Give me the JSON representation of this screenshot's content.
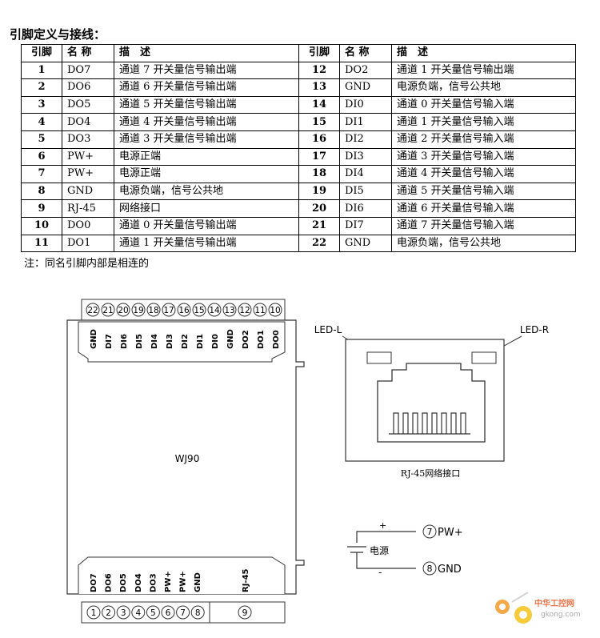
{
  "heading": "引脚定义与接线：",
  "table": {
    "headers": {
      "pin": "引脚",
      "name": "名 称",
      "desc": "描　述"
    },
    "left": [
      {
        "pin": "1",
        "name": "DO7",
        "desc": "通道 7 开关量信号输出端"
      },
      {
        "pin": "2",
        "name": "DO6",
        "desc": "通道 6 开关量信号输出端"
      },
      {
        "pin": "3",
        "name": "DO5",
        "desc": "通道 5 开关量信号输出端"
      },
      {
        "pin": "4",
        "name": "DO4",
        "desc": "通道 4 开关量信号输出端"
      },
      {
        "pin": "5",
        "name": "DO3",
        "desc": "通道 3 开关量信号输出端"
      },
      {
        "pin": "6",
        "name": "PW+",
        "desc": "电源正端"
      },
      {
        "pin": "7",
        "name": "PW+",
        "desc": "电源正端"
      },
      {
        "pin": "8",
        "name": "GND",
        "desc": "电源负端，信号公共地"
      },
      {
        "pin": "9",
        "name": "RJ-45",
        "desc": "网络接口"
      },
      {
        "pin": "10",
        "name": "DO0",
        "desc": "通道 0 开关量信号输出端"
      },
      {
        "pin": "11",
        "name": "DO1",
        "desc": "通道 1 开关量信号输出端"
      }
    ],
    "right": [
      {
        "pin": "12",
        "name": "DO2",
        "desc": "通道 1 开关量信号输出端"
      },
      {
        "pin": "13",
        "name": "GND",
        "desc": "电源负端，信号公共地"
      },
      {
        "pin": "14",
        "name": "DI0",
        "desc": "通道 0 开关量信号输入端"
      },
      {
        "pin": "15",
        "name": "DI1",
        "desc": "通道 1 开关量信号输入端"
      },
      {
        "pin": "16",
        "name": "DI2",
        "desc": "通道 2 开关量信号输入端"
      },
      {
        "pin": "17",
        "name": "DI3",
        "desc": "通道 3 开关量信号输入端"
      },
      {
        "pin": "18",
        "name": "DI4",
        "desc": "通道 4 开关量信号输入端"
      },
      {
        "pin": "19",
        "name": "DI5",
        "desc": "通道 5 开关量信号输入端"
      },
      {
        "pin": "20",
        "name": "DI6",
        "desc": "通道 6 开关量信号输入端"
      },
      {
        "pin": "21",
        "name": "DI7",
        "desc": "通道 7 开关量信号输入端"
      },
      {
        "pin": "22",
        "name": "GND",
        "desc": "电源负端，信号公共地"
      }
    ]
  },
  "note": "注：同名引脚内部是相连的",
  "module": {
    "name": "WJ90",
    "top_pin_numbers": [
      "22",
      "21",
      "20",
      "19",
      "18",
      "17",
      "16",
      "15",
      "14",
      "13",
      "12",
      "11",
      "10"
    ],
    "top_pin_labels": [
      "GND",
      "DI7",
      "DI6",
      "DI5",
      "DI4",
      "DI3",
      "DI2",
      "DI1",
      "DI0",
      "GND",
      "DO2",
      "DO1",
      "DO0"
    ],
    "bottom_pin_labels": [
      "DO7",
      "DO6",
      "DO5",
      "DO4",
      "DO3",
      "PW+",
      "PW+",
      "GND"
    ],
    "bottom_rj45_label": "RJ-45",
    "bottom_pin_numbers": [
      "1",
      "2",
      "3",
      "4",
      "5",
      "6",
      "7",
      "8"
    ],
    "bottom_rj45_number": "9"
  },
  "rj45": {
    "led_left": "LED-L",
    "led_right": "LED-R",
    "caption": "RJ-45网络接口"
  },
  "power": {
    "plus": "+",
    "minus": "-",
    "source_label": "电源",
    "pin7_number": "7",
    "pin7_label": "PW+",
    "pin8_number": "8",
    "pin8_label": "GND"
  },
  "watermark": {
    "brand": "中华工控网",
    "site": "gkong.com"
  }
}
